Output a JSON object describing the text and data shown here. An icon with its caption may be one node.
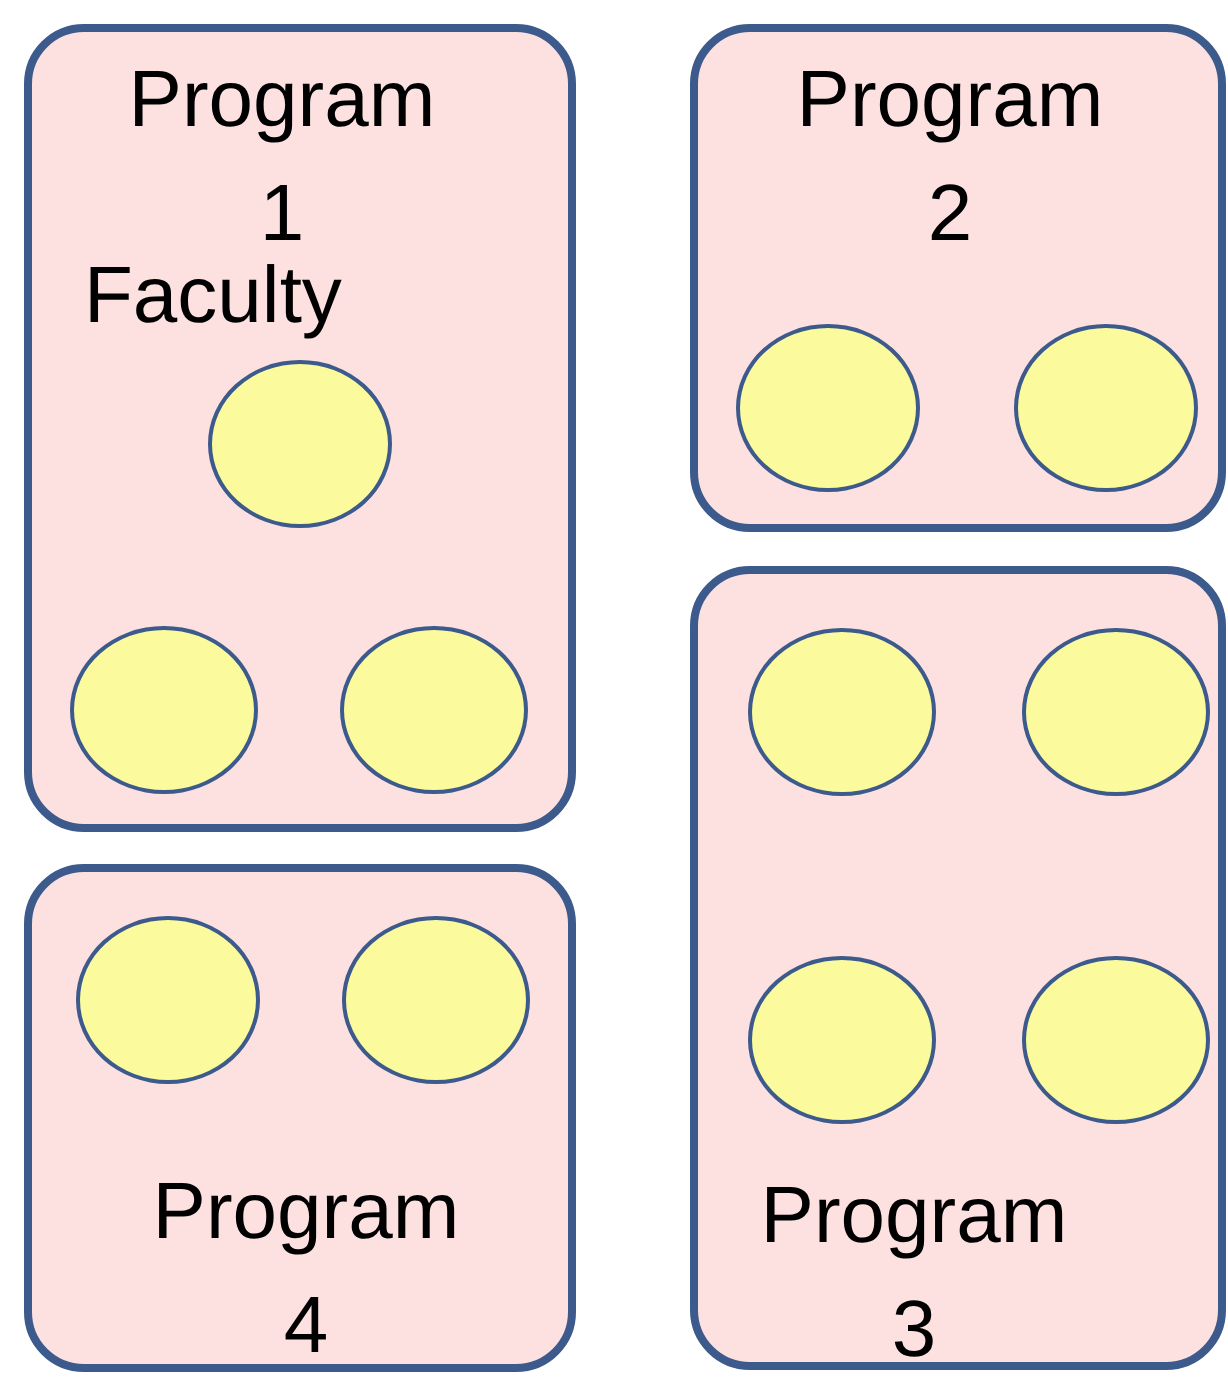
{
  "diagram": {
    "nodes": [
      {
        "text": [
          "Program 1",
          "Faculty"
        ]
      },
      {
        "text": [],
        "shape": "circle",
        "in": 0
      },
      {
        "text": [],
        "shape": "circle",
        "in": 0
      },
      {
        "text": [],
        "shape": "circle",
        "in": 0
      },
      {
        "text": [
          "Program 2"
        ]
      },
      {
        "text": [],
        "shape": "circle",
        "in": 4
      },
      {
        "text": [],
        "shape": "circle",
        "in": 4
      },
      {
        "text": [
          "Program 3"
        ]
      },
      {
        "text": [],
        "shape": "circle",
        "in": 7
      },
      {
        "text": [],
        "shape": "circle",
        "in": 7
      },
      {
        "text": [],
        "shape": "circle",
        "in": 7
      },
      {
        "text": [],
        "shape": "circle",
        "in": 7
      },
      {
        "text": [
          "Program 4"
        ]
      },
      {
        "text": [],
        "shape": "circle",
        "in": 12
      },
      {
        "text": [],
        "shape": "circle",
        "in": 12
      }
    ],
    "edges": []
  }
}
